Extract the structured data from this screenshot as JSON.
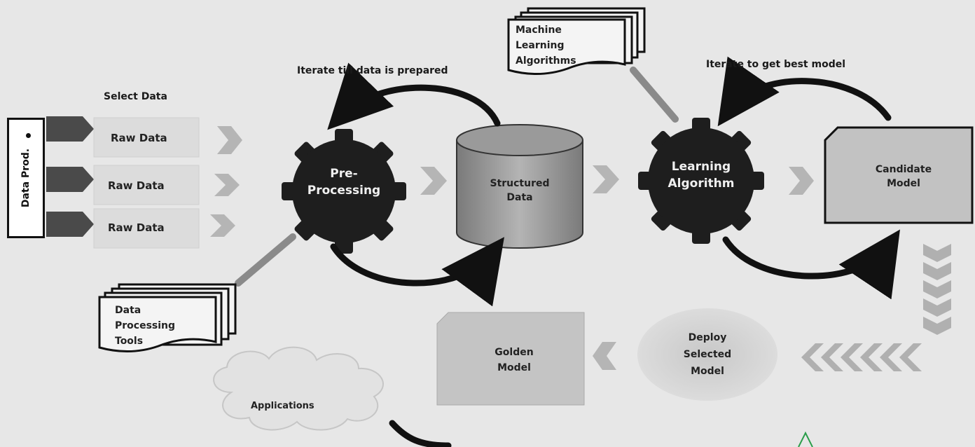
{
  "source_side_label": "Data Prod.",
  "select_data": "Select Data",
  "raw_data": [
    "Raw Data",
    "Raw Data",
    "Raw Data"
  ],
  "preprocessing": "Pre-\nProcessing",
  "iterate_prepared": "Iterate till data is prepared",
  "structured_data": "Structured\nData",
  "ml_algorithms": "Machine\nLearning\nAlgorithms",
  "learning_algorithm": "Learning\nAlgorithm",
  "iterate_best": "Iterate to get best model",
  "candidate_model": "Candidate\nModel",
  "data_processing_tools": "Data\nProcessing\nTools",
  "deploy_selected": "Deploy\nSelected\nModel",
  "golden_model": "Golden\nModel",
  "applications": "Applications",
  "colors": {
    "gear": "#1e1e1e",
    "cylinder": "#9a9a9a",
    "chevron": "#b5b5b5",
    "arrow": "#111111"
  }
}
